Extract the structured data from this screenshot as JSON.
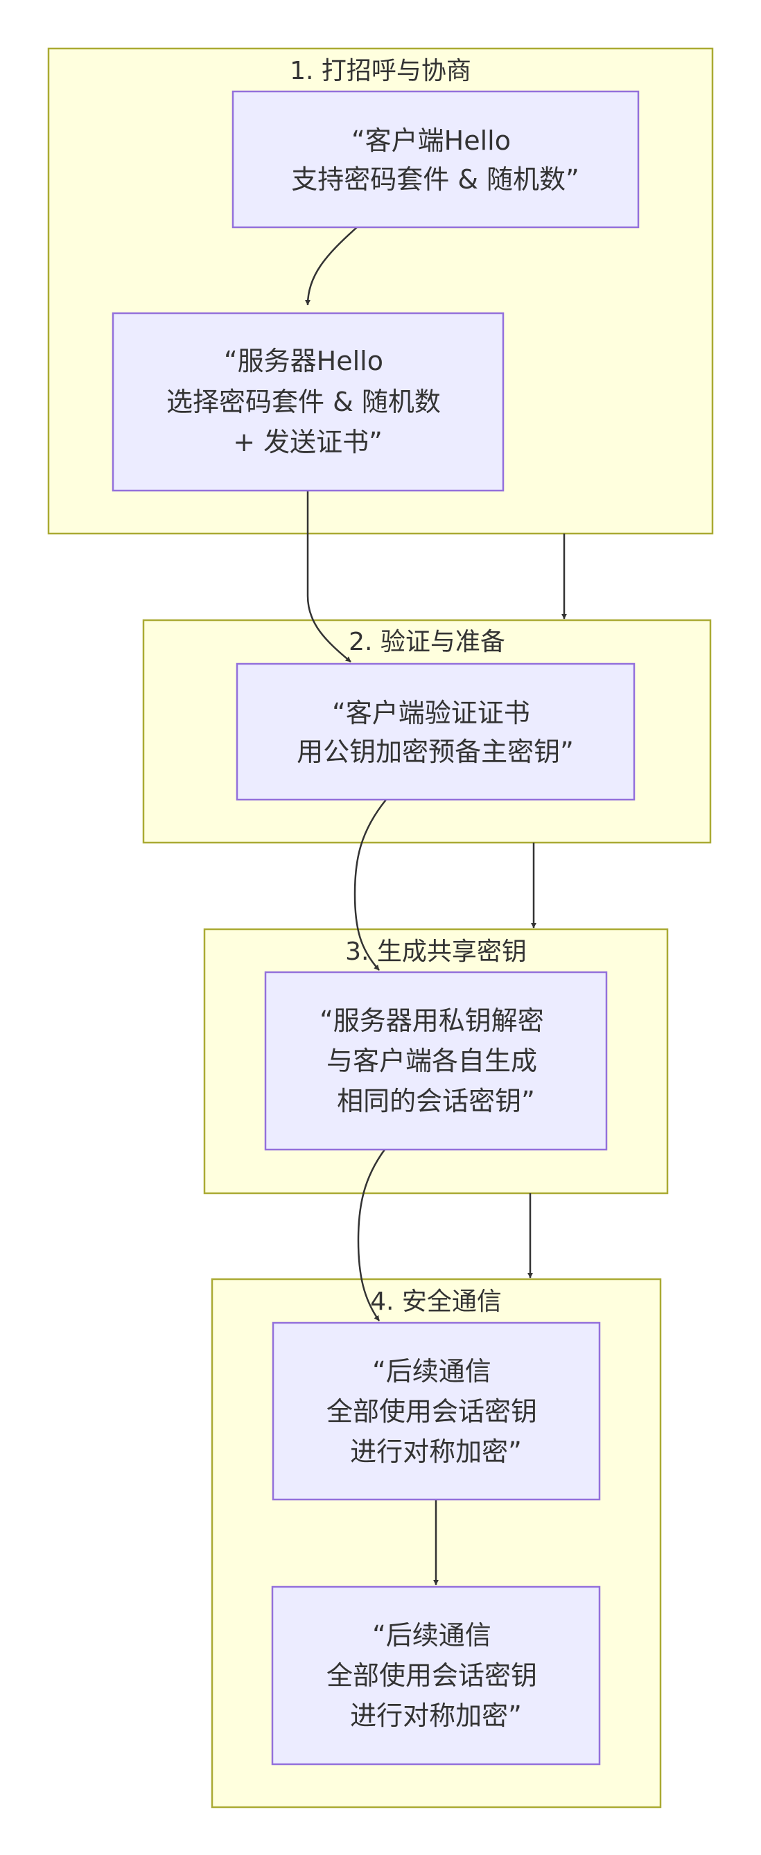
{
  "diagram": {
    "type": "flowchart",
    "direction": "top-to-bottom",
    "colors": {
      "cluster_fill": "#ffffde",
      "cluster_stroke": "#aaaa33",
      "node_fill": "#ececff",
      "node_stroke": "#9370db",
      "edge": "#333333",
      "text": "#333333"
    },
    "clusters": [
      {
        "id": "stage1",
        "title": "1. 打招呼与协商"
      },
      {
        "id": "stage2",
        "title": "2. 验证与准备"
      },
      {
        "id": "stage3",
        "title": "3. 生成共享密钥"
      },
      {
        "id": "stage4",
        "title": "4. 安全通信"
      }
    ],
    "nodes": [
      {
        "id": "client_hello",
        "cluster": "stage1",
        "lines": [
          "“客户端Hello",
          "支持密码套件 & 随机数”"
        ]
      },
      {
        "id": "server_hello",
        "cluster": "stage1",
        "lines": [
          "“服务器Hello",
          "选择密码套件 & 随机数",
          "+ 发送证书”"
        ]
      },
      {
        "id": "client_verify",
        "cluster": "stage2",
        "lines": [
          "“客户端验证证书",
          "用公钥加密预备主密钥”"
        ]
      },
      {
        "id": "session_key",
        "cluster": "stage3",
        "lines": [
          "“服务器用私钥解密",
          "与客户端各自生成",
          "相同的会话密钥”"
        ]
      },
      {
        "id": "secure_comm_1",
        "cluster": "stage4",
        "lines": [
          "“后续通信",
          "全部使用会话密钥",
          "进行对称加密”"
        ]
      },
      {
        "id": "secure_comm_2",
        "cluster": "stage4",
        "lines": [
          "“后续通信",
          "全部使用会话密钥",
          "进行对称加密”"
        ]
      }
    ],
    "edges": [
      {
        "from": "client_hello",
        "to": "server_hello"
      },
      {
        "from": "server_hello",
        "to": "client_verify"
      },
      {
        "from": "stage1",
        "to": "stage2"
      },
      {
        "from": "client_verify",
        "to": "session_key"
      },
      {
        "from": "stage2",
        "to": "stage3"
      },
      {
        "from": "session_key",
        "to": "secure_comm_1"
      },
      {
        "from": "stage3",
        "to": "stage4"
      },
      {
        "from": "secure_comm_1",
        "to": "secure_comm_2"
      }
    ]
  }
}
